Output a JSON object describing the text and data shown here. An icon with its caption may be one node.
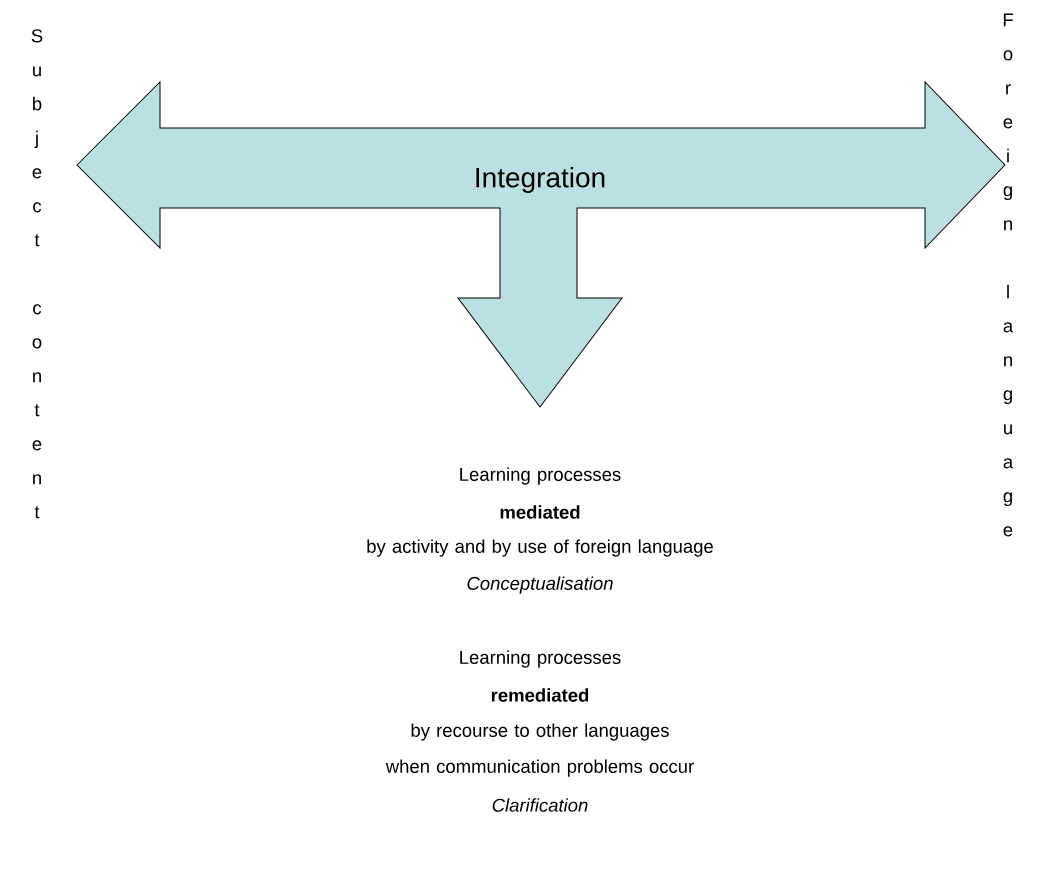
{
  "diagram": {
    "nodes": [
      {
        "text": [
          "Integration"
        ]
      }
    ],
    "labels": [
      "Subject content",
      "Foreign language",
      "Learning processes",
      "mediated",
      "by activity and by use of foreign language",
      "Conceptualisation",
      "Learning processes",
      "remediated",
      "by recourse to other languages when communication problems occur",
      "Clarification"
    ]
  }
}
